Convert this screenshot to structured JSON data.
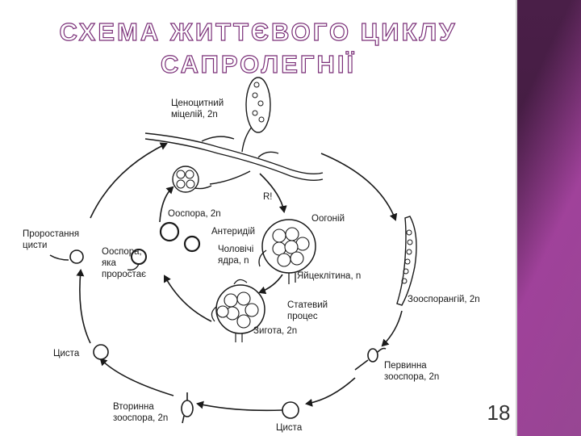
{
  "slide": {
    "title_line1": "СХЕМА ЖИТТЄВОГО ЦИКЛУ",
    "title_line2": "САПРОЛЕГНІЇ",
    "page_number": "18"
  },
  "diagram": {
    "labels": {
      "coenocytic_1": "Ценоцитний",
      "coenocytic_2": "міцелій, 2n",
      "r_mark": "R!",
      "oospore": "Ооспора, 2n",
      "oogonium": "Оогоній",
      "antheridium": "Антеридій",
      "male_nuclei_1": "Чоловічі",
      "male_nuclei_2": "ядра, n",
      "egg_cell": "Яйцеклітина, n",
      "cyst_germ_1": "Проростання",
      "cyst_germ_2": "цисти",
      "oospore_germ_1": "Ооспора,",
      "oospore_germ_2": "яка",
      "oospore_germ_3": "проростає",
      "sexual_1": "Статевий",
      "sexual_2": "процес",
      "zygote": "Зигота, 2n",
      "zoosporangium": "Зооспорангій, 2n",
      "cyst_left": "Циста",
      "primary_1": "Первинна",
      "primary_2": "зооспора, 2n",
      "secondary_1": "Вторинна",
      "secondary_2": "зооспора, 2n",
      "cyst_bottom": "Циста"
    }
  }
}
